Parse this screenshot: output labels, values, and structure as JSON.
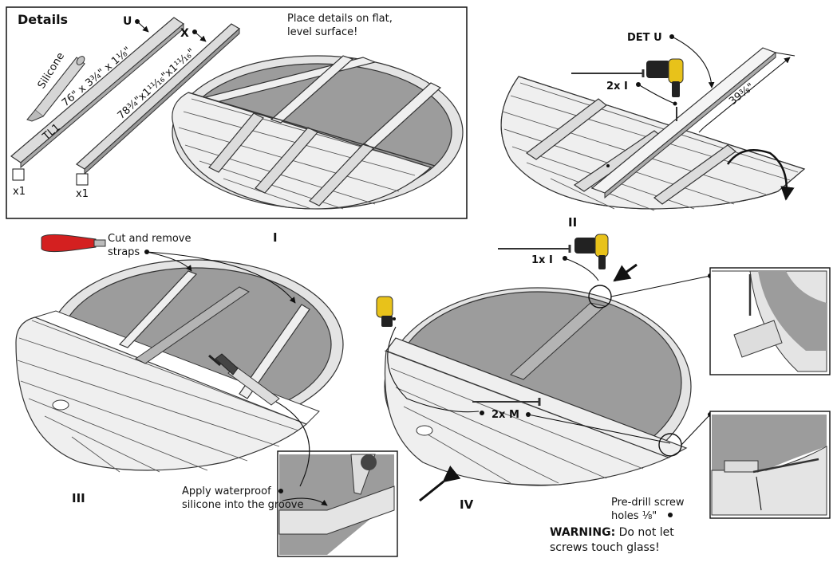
{
  "details_title": "Details",
  "parts": {
    "silicone_label": "Silicone",
    "board_u_letter": "U",
    "board_u_dims": "76\" x 3¾\" x 1⅛\"",
    "board_u_code": "TL1",
    "board_u_qty": "x1",
    "board_x_letter": "X",
    "board_x_dims": "78¾\"x1¹¹⁄₁₆\"x1¹¹⁄₁₆\"",
    "board_x_qty": "x1"
  },
  "step1": {
    "numeral": "I",
    "instruction_line1": "Place details on flat,",
    "instruction_line2": "level surface!"
  },
  "step2": {
    "numeral": "II",
    "part_label": "DET U",
    "dimension": "39⅜\"",
    "screw_label": "2x I"
  },
  "step3": {
    "numeral": "III",
    "cut_line1": "Cut and remove",
    "cut_line2": "straps",
    "apply_line1": "Apply waterproof",
    "apply_line2": "silicone into the groove"
  },
  "step4": {
    "numeral": "IV",
    "screw_top_label": "1x I",
    "screw_mid_label": "2x M",
    "predrill_line1": "Pre-drill screw",
    "predrill_line2": "holes ⅛\"",
    "warning_bold": "WARNING:",
    "warning_rest": " Do not let",
    "warning_line2": "screws touch glass!"
  },
  "colors": {
    "glass": "#9c9c9c",
    "wood": "#efefef",
    "cutter_red": "#d42020",
    "drill_yellow": "#e8c21a"
  }
}
